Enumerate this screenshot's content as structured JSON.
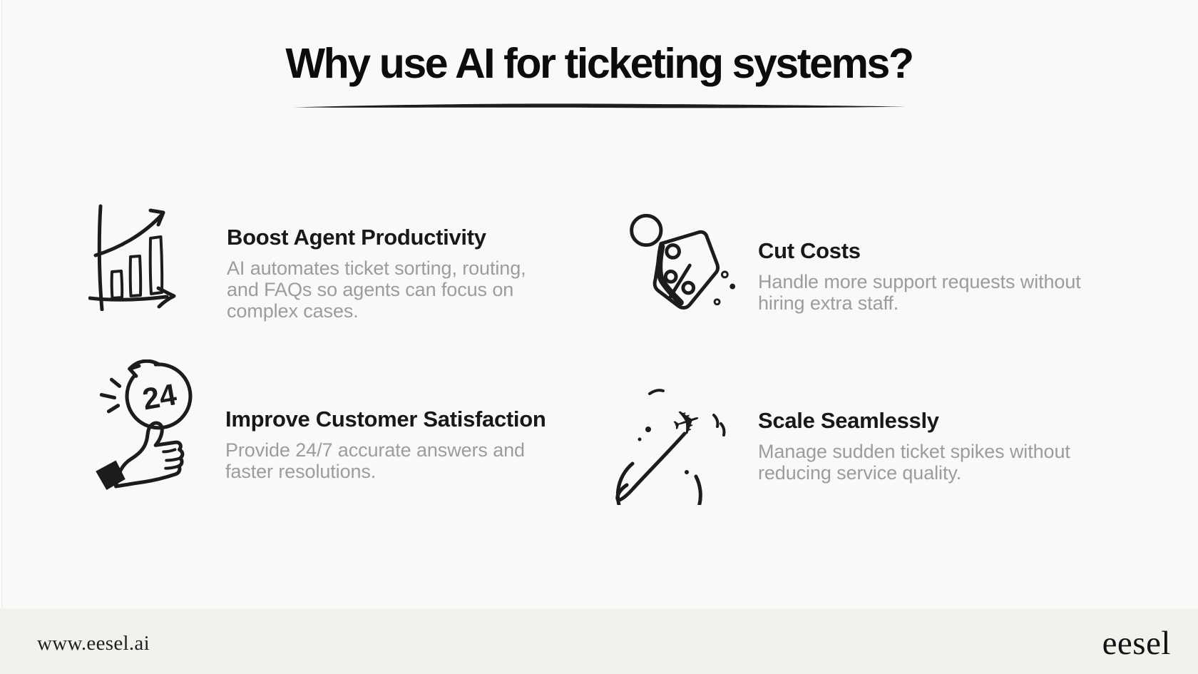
{
  "header": {
    "title": "Why use AI for ticketing systems?"
  },
  "features": [
    {
      "icon": "growth-chart-icon",
      "title": "Boost Agent Productivity",
      "description": "AI automates ticket sorting, routing,\nand FAQs so agents can focus on\ncomplex cases."
    },
    {
      "icon": "price-tag-percent-icon",
      "title": "Cut Costs",
      "description": "Handle more support requests without\nhiring extra staff."
    },
    {
      "icon": "thumbs-up-24-7-icon",
      "title": "Improve Customer Satisfaction",
      "description": "Provide 24/7 accurate answers and\nfaster resolutions."
    },
    {
      "icon": "plane-globe-icon",
      "title": "Scale Seamlessly",
      "description": "Manage sudden ticket spikes without\nreducing service quality."
    }
  ],
  "icon_labels": {
    "clock_badge": "24"
  },
  "footer": {
    "website": "www.eesel.ai",
    "brand": "eesel"
  },
  "colors": {
    "background": "#FAF9F7",
    "footer_background": "#F2F1EE",
    "ink": "#1C1C1E",
    "heading_text": "#18181A",
    "body_text": "#9C9C9C"
  }
}
